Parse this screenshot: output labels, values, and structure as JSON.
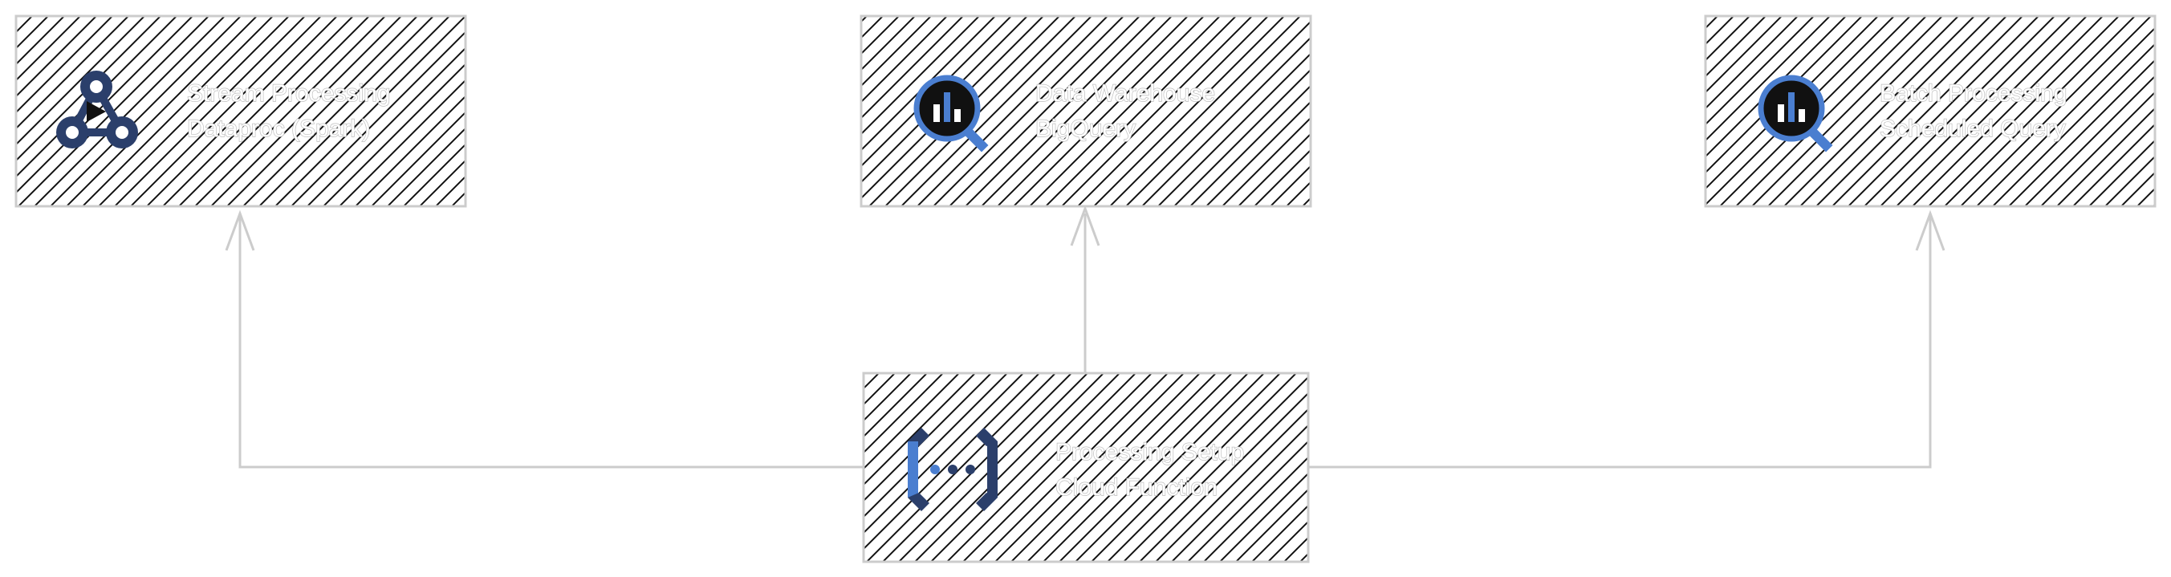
{
  "colors": {
    "box_border": "#cccccc",
    "hatch": "#111111",
    "connector": "#cccccc",
    "icon_dark": "#2b3f6b",
    "icon_blue": "#4a7ed0"
  },
  "nodes": [
    {
      "id": "stream-processing",
      "icon": "dataproc-icon",
      "line1": "Stream Processing",
      "line2": "Dataproc (Spark)"
    },
    {
      "id": "data-warehouse",
      "icon": "bigquery-icon",
      "line1": "Data Warehouse",
      "line2": "BigQuery"
    },
    {
      "id": "batch-processing",
      "icon": "bigquery-icon",
      "line1": "Batch Processing",
      "line2": "Scheduled Query"
    },
    {
      "id": "processing-setup",
      "icon": "cloud-functions-icon",
      "line1": "Processing Setup",
      "line2": "Cloud Function"
    }
  ]
}
